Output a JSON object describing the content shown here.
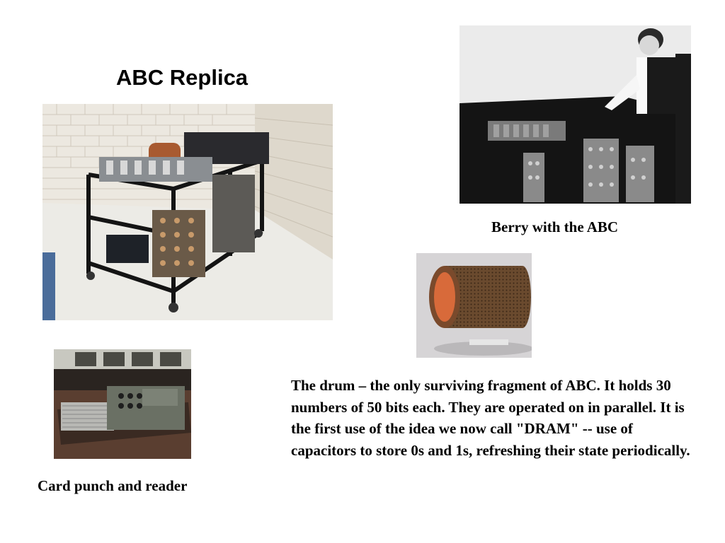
{
  "slide": {
    "title": "ABC Replica",
    "captions": {
      "berry": "Berry with the ABC",
      "card": "Card punch and reader"
    },
    "drum_description": "The drum – the only surviving fragment of ABC. It holds 30 numbers of 50 bits each. They are operated on in parallel. It is the first use of the idea we now call \"DRAM\" -- use of capacitors to store 0s and 1s, refreshing their state periodically."
  }
}
